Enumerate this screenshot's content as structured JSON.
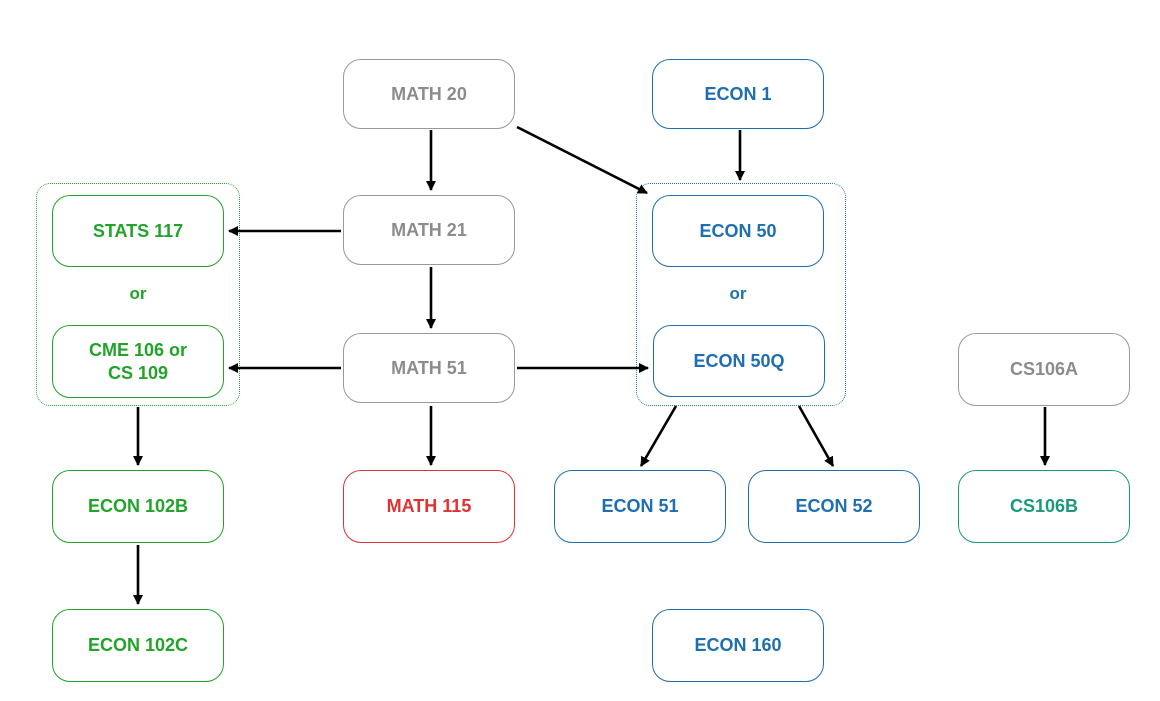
{
  "colors": {
    "gray": "#999999",
    "gray_text": "#8c8c8c",
    "green": "#22a32a",
    "blue": "#1f6fb0",
    "red": "#e03232",
    "teal": "#1a9a7a",
    "arrow": "#000000"
  },
  "nodes": {
    "math20": {
      "label": "MATH 20",
      "color": "gray"
    },
    "math21": {
      "label": "MATH 21",
      "color": "gray"
    },
    "math51": {
      "label": "MATH 51",
      "color": "gray"
    },
    "math115": {
      "label": "MATH 115",
      "color": "red"
    },
    "stats117": {
      "label": "STATS 117",
      "color": "green"
    },
    "cme106": {
      "label": "CME 106 or\nCS 109",
      "color": "green"
    },
    "econ102b": {
      "label": "ECON 102B",
      "color": "green"
    },
    "econ102c": {
      "label": "ECON 102C",
      "color": "green"
    },
    "econ1": {
      "label": "ECON 1",
      "color": "blue"
    },
    "econ50": {
      "label": "ECON 50",
      "color": "blue"
    },
    "econ50q": {
      "label": "ECON 50Q",
      "color": "blue"
    },
    "econ51": {
      "label": "ECON 51",
      "color": "blue"
    },
    "econ52": {
      "label": "ECON 52",
      "color": "blue"
    },
    "econ160": {
      "label": "ECON 160",
      "color": "blue"
    },
    "cs106a": {
      "label": "CS106A",
      "color": "gray"
    },
    "cs106b": {
      "label": "CS106B",
      "color": "teal"
    }
  },
  "groups": {
    "left": {
      "or_label": "or",
      "color": "green"
    },
    "right": {
      "or_label": "or",
      "color": "blue"
    }
  },
  "edges": [
    {
      "from": "math20",
      "to": "math21"
    },
    {
      "from": "math20",
      "to": "econ50-group"
    },
    {
      "from": "econ1",
      "to": "econ50-group"
    },
    {
      "from": "math21",
      "to": "stats117"
    },
    {
      "from": "math21",
      "to": "math51"
    },
    {
      "from": "math51",
      "to": "cme106"
    },
    {
      "from": "math51",
      "to": "econ50q"
    },
    {
      "from": "math51",
      "to": "math115"
    },
    {
      "from": "stats-group",
      "to": "econ102b"
    },
    {
      "from": "econ102b",
      "to": "econ102c"
    },
    {
      "from": "econ50-group",
      "to": "econ51"
    },
    {
      "from": "econ50-group",
      "to": "econ52"
    },
    {
      "from": "cs106a",
      "to": "cs106b"
    }
  ]
}
